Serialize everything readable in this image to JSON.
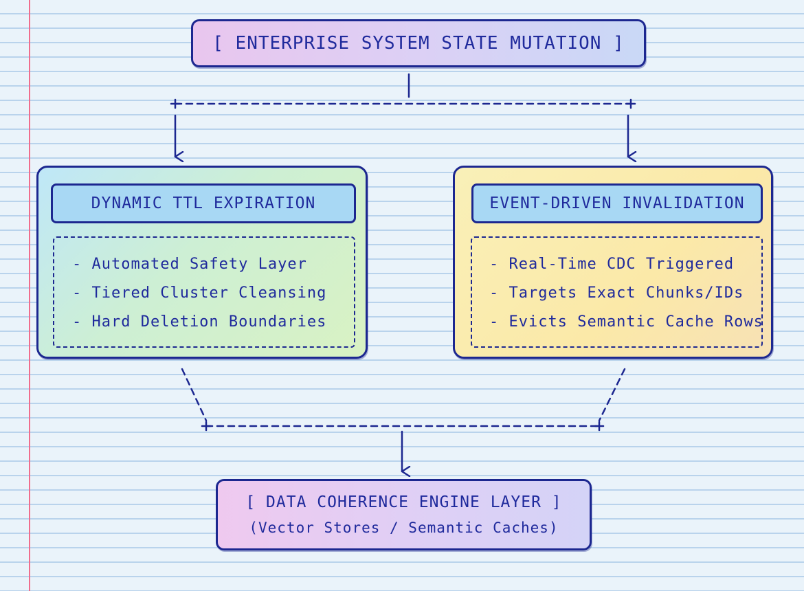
{
  "diagram": {
    "top_node": {
      "label": "[ ENTERPRISE SYSTEM STATE MUTATION ]"
    },
    "left_panel": {
      "title": "DYNAMIC TTL EXPIRATION",
      "items": [
        "- Automated Safety Layer",
        "- Tiered Cluster Cleansing",
        "- Hard Deletion Boundaries"
      ]
    },
    "right_panel": {
      "title": "EVENT-DRIVEN INVALIDATION",
      "items": [
        "- Real-Time CDC Triggered",
        "- Targets Exact Chunks/IDs",
        "- Evicts Semantic Cache Rows"
      ]
    },
    "bottom_node": {
      "label": "[ DATA COHERENCE ENGINE LAYER ]",
      "sublabel": "(Vector Stores / Semantic Caches)"
    }
  },
  "colors": {
    "ink": "#1c2790",
    "paper": "#eaf3fa",
    "ruled_line": "#b9d3ec",
    "margin_line": "#f06d8d",
    "header_fill": "#a8d8f4",
    "left_panel_fill": "#cdefd4",
    "right_panel_fill": "#fbe9a8",
    "node_fill": "#e0cff5"
  }
}
